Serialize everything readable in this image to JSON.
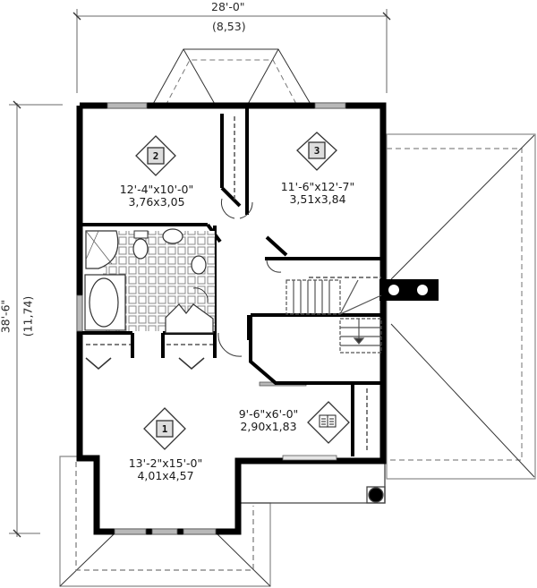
{
  "dimensions": {
    "width_imperial": "28'-0\"",
    "width_metric": "(8,53)",
    "depth_imperial": "38'-6\"",
    "depth_metric": "(11,74)"
  },
  "rooms": [
    {
      "id": "bedroom-2",
      "tag": "2",
      "size_imperial": "12'-4\"x10'-0\"",
      "size_metric": "3,76x3,05"
    },
    {
      "id": "bedroom-3",
      "tag": "3",
      "size_imperial": "11'-6\"x12'-7\"",
      "size_metric": "3,51x3,84"
    },
    {
      "id": "master-bedroom-1",
      "tag": "1",
      "size_imperial": "13'-2\"x15'-0\"",
      "size_metric": "4,01x4,57"
    },
    {
      "id": "study-nook",
      "tag": "book-icon",
      "size_imperial": "9'-6\"x6'-0\"",
      "size_metric": "2,90x1,83"
    }
  ],
  "colors": {
    "wall": "#000000",
    "line": "#333333",
    "dashed": "#777777",
    "window": "#9a9a9a",
    "dim_line": "#888888"
  }
}
